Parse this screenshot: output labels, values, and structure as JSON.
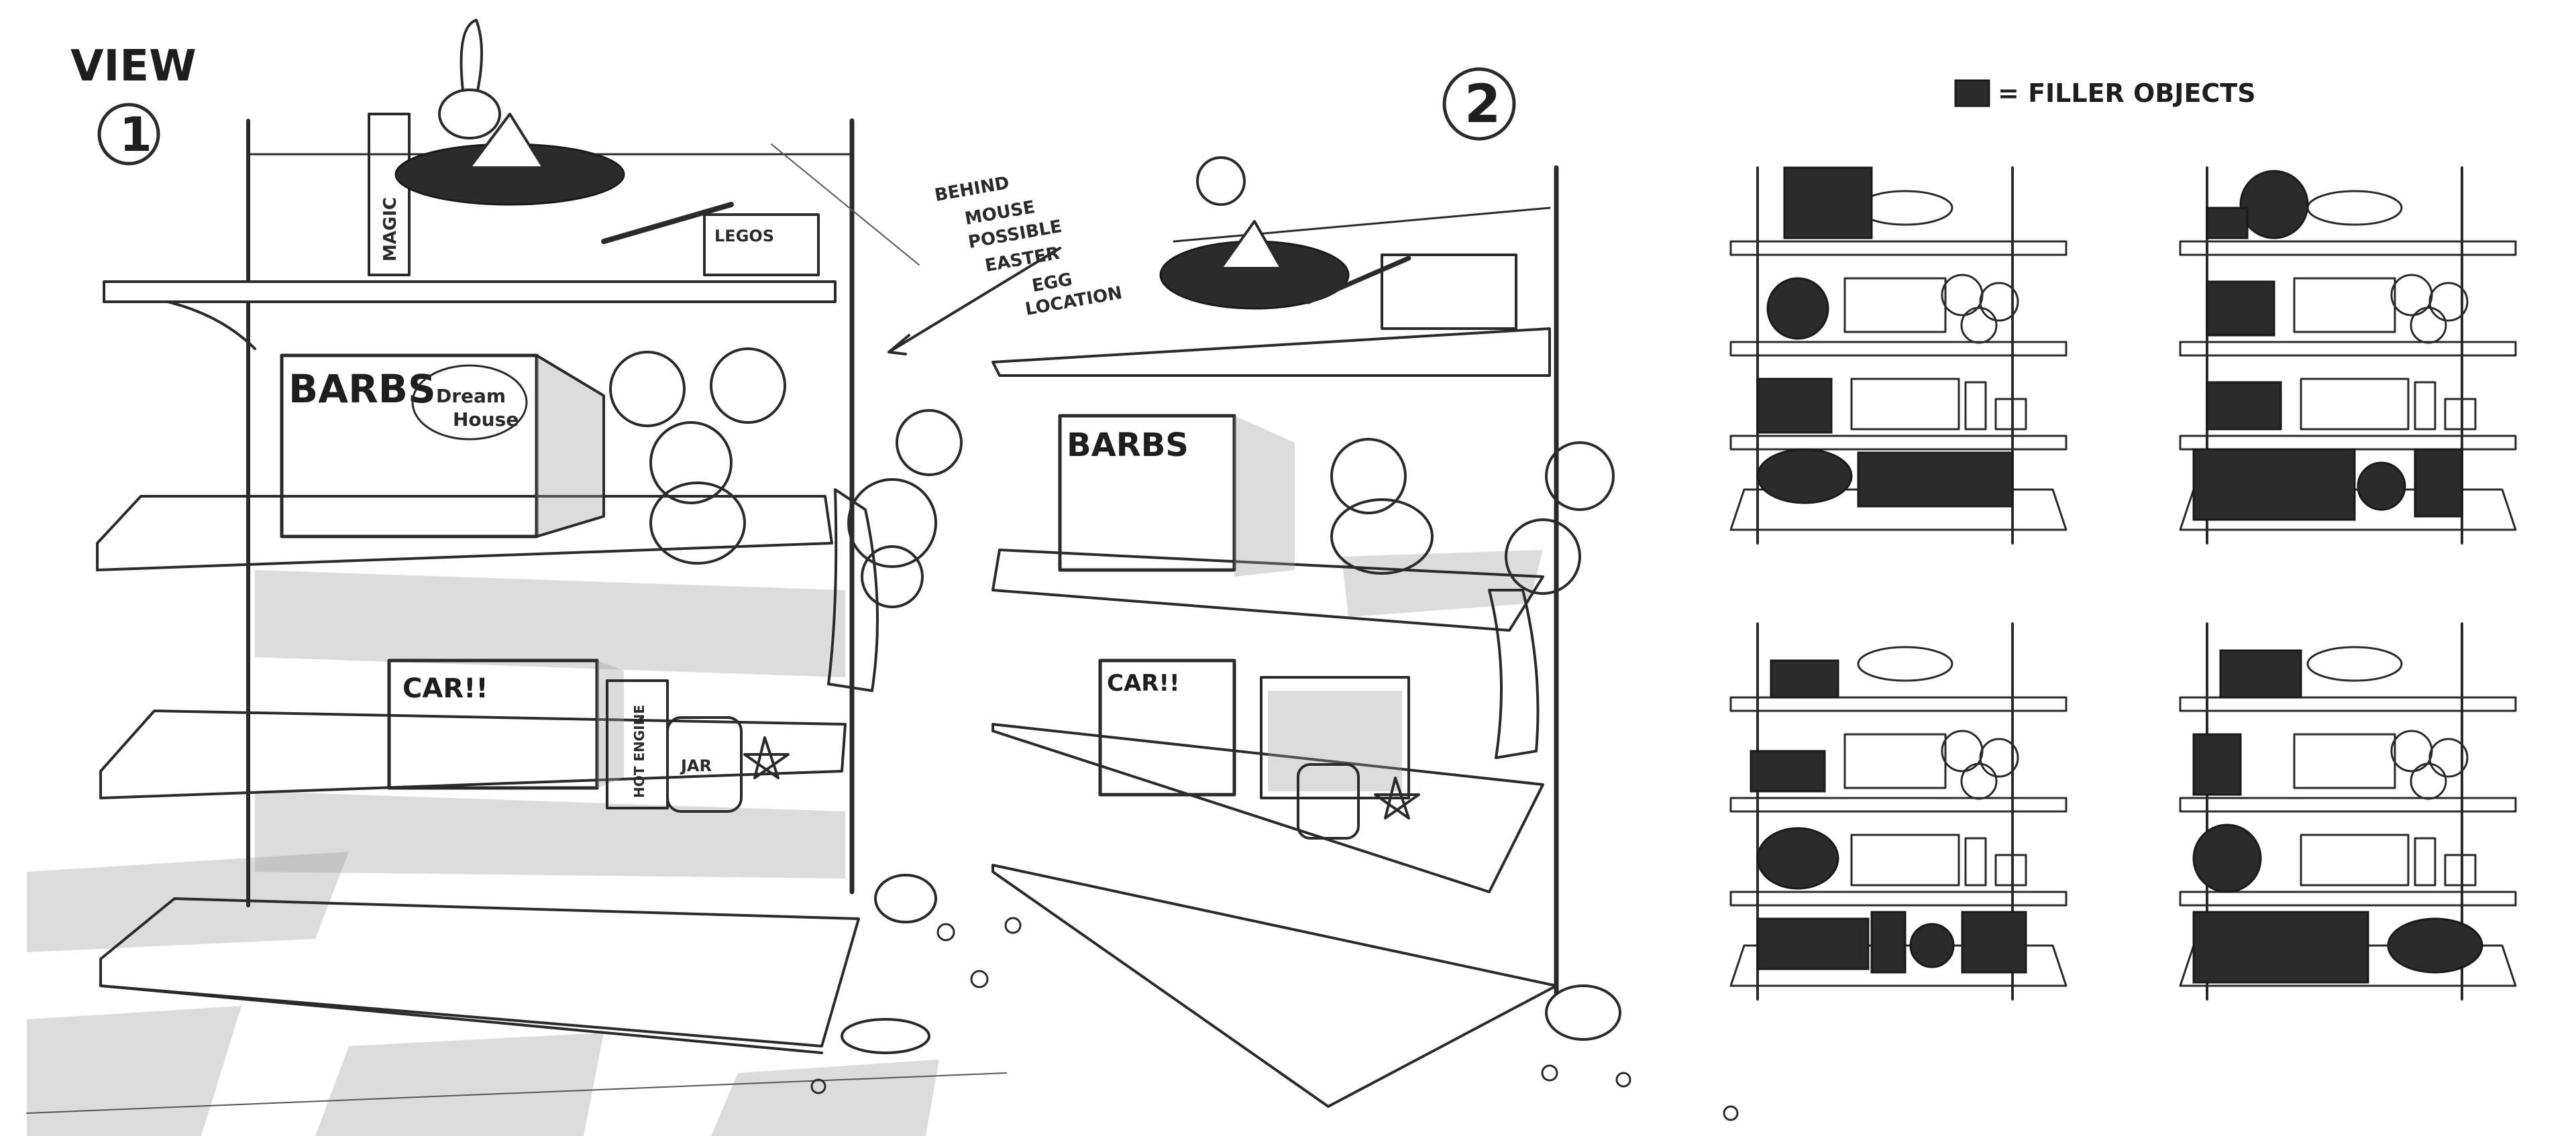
{
  "labels": {
    "view_title": "VIEW",
    "view_1": "1",
    "view_2": "2",
    "note_line1": "BEHIND",
    "note_line2": "MOUSE",
    "note_line3": "POSSIBLE",
    "note_line4": "EASTER",
    "note_line5": "EGG",
    "note_line6": "LOCATION",
    "legend_text": "= FILLER OBJECTS"
  },
  "props_text": {
    "magic_book": "MAGIC",
    "dream_box_brand": "BARBS",
    "dream_box_sub1": "Dream",
    "dream_box_sub2": "House",
    "legos": "LEGOS",
    "car_box": "CAR!!",
    "engine_box": "HOT ENGINE",
    "jar": "JAR",
    "v2_box_brand": "BARBS",
    "v2_car_box": "CAR!!"
  },
  "colors": {
    "ink": "#2a2a2a",
    "filler": "#2b2b2b",
    "paper": "#ffffff",
    "shade": "#9b9b9b"
  },
  "icons": {
    "filler_swatch": "filled-dark-square",
    "arrow": "arrow-down-left"
  }
}
